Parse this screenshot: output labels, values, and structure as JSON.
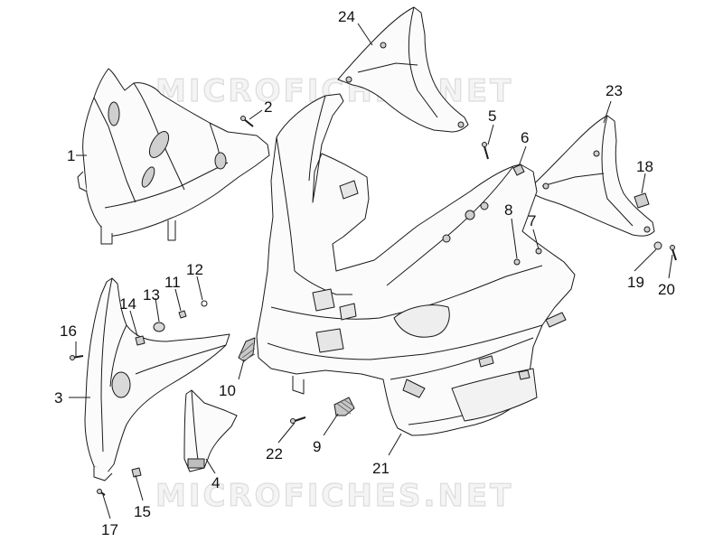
{
  "watermark": {
    "text": "MICROFICHES.NET"
  },
  "colors": {
    "line": "#1a1a1a",
    "fill": "#fbfbfb",
    "shade": "#d9d9d9",
    "watermark": "#dcdcdc"
  },
  "callouts": [
    {
      "id": "1",
      "label": "1"
    },
    {
      "id": "2",
      "label": "2"
    },
    {
      "id": "3",
      "label": "3"
    },
    {
      "id": "4",
      "label": "4"
    },
    {
      "id": "5",
      "label": "5"
    },
    {
      "id": "6",
      "label": "6"
    },
    {
      "id": "7",
      "label": "7"
    },
    {
      "id": "8",
      "label": "8"
    },
    {
      "id": "9",
      "label": "9"
    },
    {
      "id": "10",
      "label": "10"
    },
    {
      "id": "11",
      "label": "11"
    },
    {
      "id": "12",
      "label": "12"
    },
    {
      "id": "13",
      "label": "13"
    },
    {
      "id": "14",
      "label": "14"
    },
    {
      "id": "15",
      "label": "15"
    },
    {
      "id": "16",
      "label": "16"
    },
    {
      "id": "17",
      "label": "17"
    },
    {
      "id": "18",
      "label": "18"
    },
    {
      "id": "19",
      "label": "19"
    },
    {
      "id": "20",
      "label": "20"
    },
    {
      "id": "21",
      "label": "21"
    },
    {
      "id": "22",
      "label": "22"
    },
    {
      "id": "23",
      "label": "23"
    },
    {
      "id": "24",
      "label": "24"
    }
  ]
}
